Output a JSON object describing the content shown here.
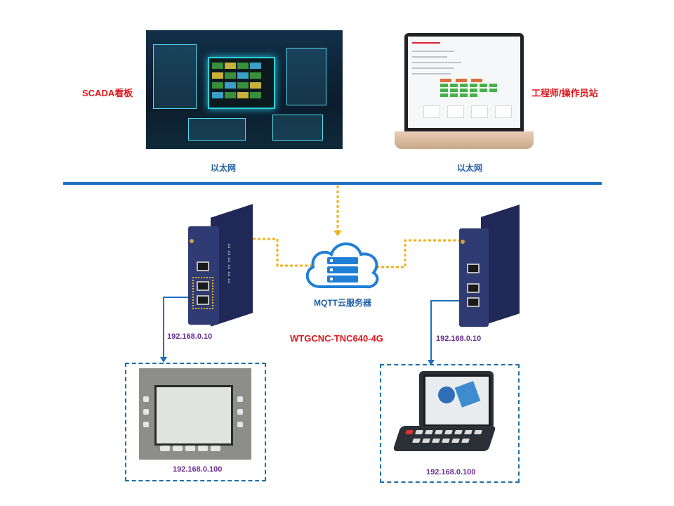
{
  "labels": {
    "scada": "SCADA看板",
    "station": "工程师/操作员站",
    "ethernet_left": "以太网",
    "ethernet_right": "以太网",
    "cloud": "MQTT云服务器",
    "model": "WTGCNC-TNC640-4G",
    "ip_left_gw": "192.168.0.10",
    "ip_right_gw": "192.168.0.10",
    "ip_left_cnc": "192.168.0.100",
    "ip_right_cnc": "192.168.0.100"
  },
  "colors": {
    "bus": "#1f6fbf",
    "dotted_link": "#f2b21b",
    "red_text": "#e0171c",
    "purple_text": "#6b2d8f"
  },
  "icons": {
    "cloud": "cloud-server-icon",
    "gateway": "gateway-device",
    "laptop": "laptop-icon"
  }
}
